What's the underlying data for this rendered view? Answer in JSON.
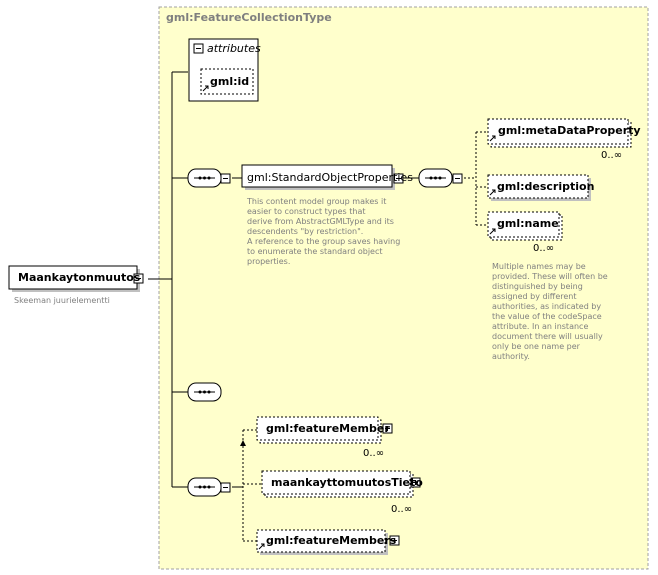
{
  "colors": {
    "complex_type_bg": "#ffffcc",
    "complex_type_border": "#a0a0a0",
    "element_border": "#000000",
    "annotation_text": "#808080",
    "title_text": "#7f7f7f"
  },
  "diagram": {
    "complex_type_title": "gml:FeatureCollectionType",
    "root_element": {
      "label": "Maankaytonmuutos",
      "annotation": "Skeeman juurielementti"
    },
    "attributes_group": {
      "label": "attributes",
      "items": [
        "gml:id"
      ]
    },
    "group_ref": {
      "label": "gml:StandardObjectProperties",
      "annotation": "This content model group makes it easier to construct types that\n         derive from AbstractGMLType and its descendents \"by restriction\".\n         A reference to the group saves having to enumerate the standard object properties."
    },
    "group_elements": [
      {
        "label": "gml:metaDataProperty",
        "occurrence": "0..∞"
      },
      {
        "label": "gml:description",
        "occurrence": ""
      },
      {
        "label": "gml:name",
        "occurrence": "0..∞",
        "annotation": "Multiple names may be provided.  These will often be distinguished by being assigned by different authorities, as indicated by the value of the codeSpace attribute.  In an instance document there will usually only be one name per authority."
      }
    ],
    "choice_elements": [
      {
        "label": "gml:featureMember",
        "occurrence": "0..∞"
      },
      {
        "label": "maankayttomuutosTieto",
        "occurrence": "0..∞"
      },
      {
        "label": "gml:featureMembers",
        "occurrence": ""
      }
    ]
  }
}
